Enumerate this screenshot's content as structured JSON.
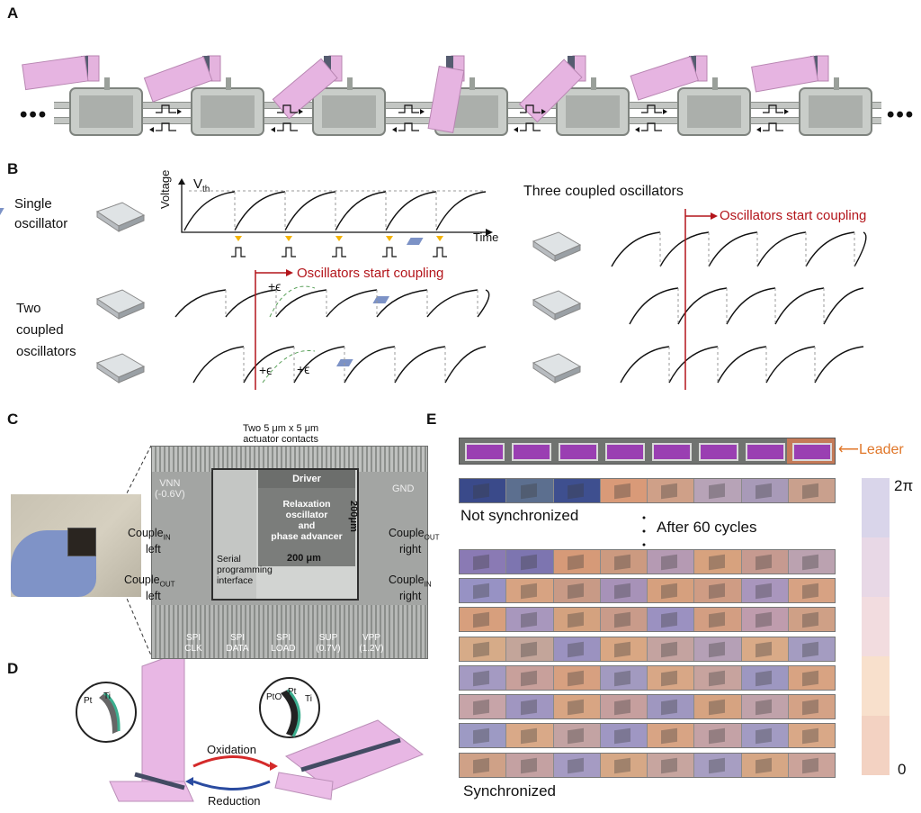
{
  "panels": {
    "a": "A",
    "b": "B",
    "c": "C",
    "d": "D",
    "e": "E"
  },
  "panel_a": {
    "ellipsis_left": "•••",
    "ellipsis_right": "•••"
  },
  "panel_b": {
    "single_oscillator": "Single\noscillator",
    "two_coupled": "Two\ncoupled\noscillators",
    "three_coupled": "Three coupled oscillators",
    "voltage_axis": "Voltage",
    "vth_main": "V",
    "vth_sub": "th",
    "time_axis": "Time",
    "start_coupling": "Oscillators start coupling",
    "epsilon": "+ϵ"
  },
  "panel_c": {
    "title_line1": "Two 5 μm x 5 μm",
    "title_line2": "actuator contacts",
    "driver": "Driver",
    "core_label": "Relaxation\noscillator\nand\nphase advancer",
    "width_label": "200 μm",
    "height_label": "200μm",
    "serial_label": "Serial\nprogramming\ninterface",
    "vnn": "VNN\n(-0.6V)",
    "gnd": "GND",
    "couple_in_left_main": "Couple",
    "couple_in_left_sub": "IN",
    "couple_in_left_tail": "left",
    "couple_out_left_main": "Couple",
    "couple_out_left_sub": "OUT",
    "couple_out_left_tail": "left",
    "couple_out_right_main": "Couple",
    "couple_out_right_sub": "OUT",
    "couple_out_right_tail": "right",
    "couple_in_right_main": "Couple",
    "couple_in_right_sub": "IN",
    "couple_in_right_tail": "right",
    "pads": [
      "SPI\nCLK",
      "SPI\nDATA",
      "SPI\nLOAD",
      "SUP\n(0.7V)",
      "VPP\n(1.2V)"
    ]
  },
  "panel_d": {
    "pt_left": "Pt",
    "ti_left": "Ti",
    "pto": "PtO",
    "pt_right": "Pt",
    "ti_right": "Ti",
    "oxidation": "Oxidation",
    "reduction": "Reduction"
  },
  "panel_e": {
    "leader": "Leader",
    "not_synchronized": "Not synchronized",
    "after_cycles": "After 60 cycles",
    "synchronized": "Synchronized",
    "scale_top": "2π",
    "scale_bottom": "0",
    "scale_colors": [
      "#d9d5ea",
      "#e8d8e6",
      "#f2dcdf",
      "#f8e0cc",
      "#f3d2c2"
    ],
    "rows": [
      [
        "#3a4a8a",
        "#5c6f8f",
        "#3e4f8f",
        "#d99a78",
        "#cfa088",
        "#b7a3b7",
        "#a89ab8",
        "#c9a08d"
      ],
      [
        "#8a7ab4",
        "#7d75b0",
        "#d69a78",
        "#cc9a80",
        "#b59ab3",
        "#d7a27e",
        "#c69a90",
        "#bba2b0"
      ],
      [
        "#9792c4",
        "#d7a382",
        "#c89a86",
        "#a792b8",
        "#d6a07e",
        "#cf9c84",
        "#a996bd",
        "#d7a283"
      ],
      [
        "#d79f7d",
        "#a897bd",
        "#d4a27f",
        "#c99b8a",
        "#9b91c1",
        "#d39e82",
        "#bf9cad",
        "#cfa086"
      ],
      [
        "#d6ab88",
        "#c3a59a",
        "#9b92c0",
        "#d9a783",
        "#c4a3a0",
        "#b5a0b6",
        "#d9aa87",
        "#a49cc1"
      ],
      [
        "#a49ac2",
        "#c8a09b",
        "#d7a080",
        "#a29ac0",
        "#d8a786",
        "#c7a39e",
        "#9d97c1",
        "#d8a382"
      ],
      [
        "#c7a4a8",
        "#a096c1",
        "#d8a583",
        "#c69f9e",
        "#9f97c0",
        "#d6a381",
        "#c0a2aa",
        "#d4a286"
      ],
      [
        "#9d9ac4",
        "#d9a988",
        "#c3a3a3",
        "#9f97c3",
        "#d8a484",
        "#c4a2a6",
        "#a29bc3",
        "#d9a887"
      ],
      [
        "#cfa187",
        "#c4a1a2",
        "#a59bc3",
        "#d6a886",
        "#c7a59f",
        "#a79ec2",
        "#d6a785",
        "#cba39a"
      ]
    ]
  }
}
